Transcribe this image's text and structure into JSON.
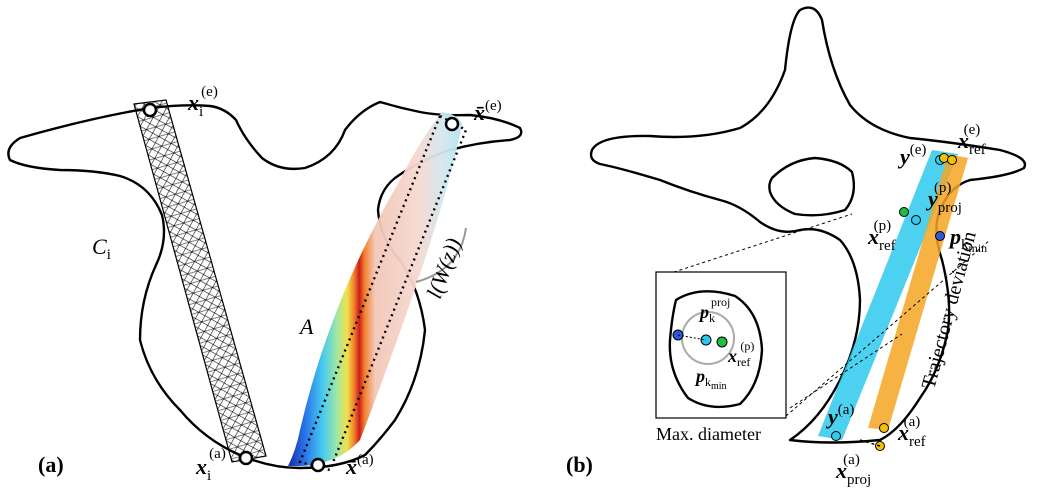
{
  "panel_a": {
    "label": "(a)",
    "cylinder_label": "C",
    "cylinder_label_sub": "i",
    "entry_label": "x",
    "entry_label_sub": "i",
    "entry_label_sup": "(e)",
    "exit_label": "x",
    "exit_label_sub": "i",
    "exit_label_sup": "(a)",
    "region_label": "A",
    "mean_entry_label": "x̄",
    "mean_entry_sup": "(e)",
    "mean_exit_label": "x̄",
    "mean_exit_sup": "(a)",
    "length_label": "l(W(z))"
  },
  "panel_b": {
    "label": "(b)",
    "y_e_label": "y",
    "y_e_sup": "(e)",
    "xref_e_label": "x",
    "xref_e_sub": "ref",
    "xref_e_sup": "(e)",
    "yproj_label": "y",
    "yproj_sub": "proj",
    "yproj_sup": "(p)",
    "xref_p_label": "x",
    "xref_p_sub": "ref",
    "xref_p_sup": "(p)",
    "pkmin_label": "p",
    "pkmin_sub": "k",
    "pkmin_subsub": "min",
    "deviation_label": "Trajectory deviation",
    "y_a_label": "y",
    "y_a_sup": "(a)",
    "xref_a_label": "x",
    "xref_a_sub": "ref",
    "xref_a_sup": "(a)",
    "xproj_a_label": "x",
    "xproj_a_sub": "proj",
    "xproj_a_sup": "(a)",
    "inset": {
      "pk_label": "p",
      "pk_sub": "k",
      "pk_sup": "proj",
      "pkmin_label": "p",
      "pkmin_sub": "k",
      "pkmin_subsub": "min",
      "xref_label": "x",
      "xref_sub": "ref",
      "xref_sup": "(p)",
      "caption": "Max. diameter"
    }
  },
  "colors": {
    "cyan_band": "#2ec9ee",
    "orange_band": "#f5a623",
    "green_point": "#22bb44",
    "blue_point": "#2a5bd7",
    "yellow_point": "#f2c200"
  }
}
